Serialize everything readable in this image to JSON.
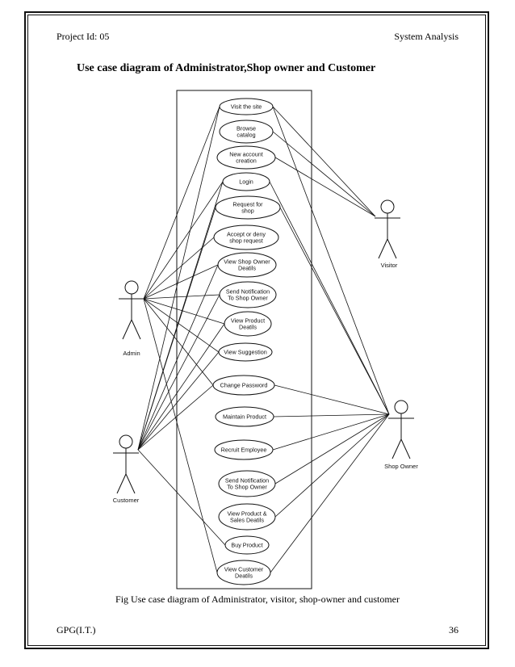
{
  "header": {
    "left": "Project Id: 05",
    "right": "System Analysis"
  },
  "title": "Use case diagram of Administrator,Shop owner and Customer",
  "caption": "Fig Use case diagram of Administrator, visitor, shop-owner and customer",
  "footer": {
    "left": "GPG(I.T.)",
    "right": "36"
  },
  "actors": {
    "admin": "Admin",
    "customer": "Customer",
    "visitor": "Visitor",
    "shop_owner": "Shop Owner"
  },
  "use_cases": [
    {
      "id": "visit",
      "lines": [
        "Visit the site"
      ]
    },
    {
      "id": "browse",
      "lines": [
        "Browse",
        "catalog"
      ]
    },
    {
      "id": "new_account",
      "lines": [
        "New account",
        "creation"
      ]
    },
    {
      "id": "login",
      "lines": [
        "Login"
      ]
    },
    {
      "id": "request_shop",
      "lines": [
        "Request for",
        "shop"
      ]
    },
    {
      "id": "accept_deny",
      "lines": [
        "Accept or deny",
        "shop request"
      ]
    },
    {
      "id": "view_owner",
      "lines": [
        "View Shop Owner",
        "Deatils"
      ]
    },
    {
      "id": "send_notif_1",
      "lines": [
        "Send Notification",
        "To Shop Owner"
      ]
    },
    {
      "id": "view_product",
      "lines": [
        "View Product",
        "Deatils"
      ]
    },
    {
      "id": "view_sugg",
      "lines": [
        "View Suggestion"
      ]
    },
    {
      "id": "change_pw",
      "lines": [
        "Change Password"
      ]
    },
    {
      "id": "maintain",
      "lines": [
        "Maintain Product"
      ]
    },
    {
      "id": "recruit",
      "lines": [
        "Recruit Employee"
      ]
    },
    {
      "id": "send_notif_2",
      "lines": [
        "Send Notification",
        "To Shop Owner"
      ]
    },
    {
      "id": "view_sales",
      "lines": [
        "View Product &",
        "Sales Deatils"
      ]
    },
    {
      "id": "buy",
      "lines": [
        "Buy Product"
      ]
    },
    {
      "id": "view_customer",
      "lines": [
        "View Customer",
        "Deatils"
      ]
    }
  ],
  "associations": {
    "admin": [
      "visit",
      "login",
      "accept_deny",
      "view_owner",
      "send_notif_1",
      "view_product",
      "view_sugg",
      "change_pw",
      "view_customer"
    ],
    "customer": [
      "visit",
      "login",
      "request_shop",
      "view_owner",
      "send_notif_1",
      "view_product",
      "view_sugg",
      "change_pw",
      "buy"
    ],
    "visitor": [
      "visit",
      "browse",
      "new_account"
    ],
    "shop_owner": [
      "visit",
      "login",
      "request_shop",
      "change_pw",
      "maintain",
      "recruit",
      "send_notif_2",
      "view_sales",
      "view_customer"
    ]
  }
}
